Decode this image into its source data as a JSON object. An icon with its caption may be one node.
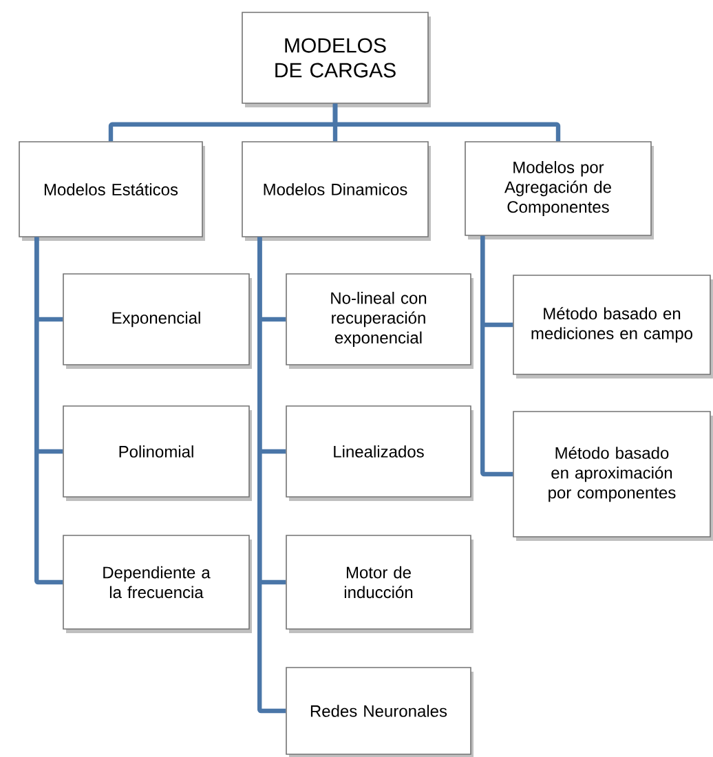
{
  "diagram": {
    "nodes": [
      {
        "text": [
          "MODELOS DE CARGAS"
        ]
      },
      {
        "text": [
          "Modelos Estáticos"
        ]
      },
      {
        "text": [
          "Modelos Dinamicos"
        ]
      },
      {
        "text": [
          "Modelos por Agregación de Componentes"
        ]
      },
      {
        "text": [
          "Exponencial"
        ]
      },
      {
        "text": [
          "Polinomial"
        ]
      },
      {
        "text": [
          "Dependiente a la frecuencia"
        ]
      },
      {
        "text": [
          "No-lineal con recuperación exponencial"
        ]
      },
      {
        "text": [
          "Linealizados"
        ]
      },
      {
        "text": [
          "Motor de inducción"
        ]
      },
      {
        "text": [
          "Redes Neuronales"
        ]
      },
      {
        "text": [
          "Método basado en mediciones en campo"
        ]
      },
      {
        "text": [
          "Método basado en aproximación por componentes"
        ]
      }
    ],
    "edges": [
      {
        "from": 0,
        "to": 1,
        "arrow": "none"
      },
      {
        "from": 0,
        "to": 2,
        "arrow": "none"
      },
      {
        "from": 0,
        "to": 3,
        "arrow": "none"
      },
      {
        "from": 1,
        "to": 4,
        "arrow": "none"
      },
      {
        "from": 1,
        "to": 5,
        "arrow": "none"
      },
      {
        "from": 1,
        "to": 6,
        "arrow": "none"
      },
      {
        "from": 2,
        "to": 7,
        "arrow": "none"
      },
      {
        "from": 2,
        "to": 8,
        "arrow": "none"
      },
      {
        "from": 2,
        "to": 9,
        "arrow": "none"
      },
      {
        "from": 2,
        "to": 10,
        "arrow": "none"
      },
      {
        "from": 3,
        "to": 11,
        "arrow": "none"
      },
      {
        "from": 3,
        "to": 12,
        "arrow": "none"
      }
    ]
  }
}
